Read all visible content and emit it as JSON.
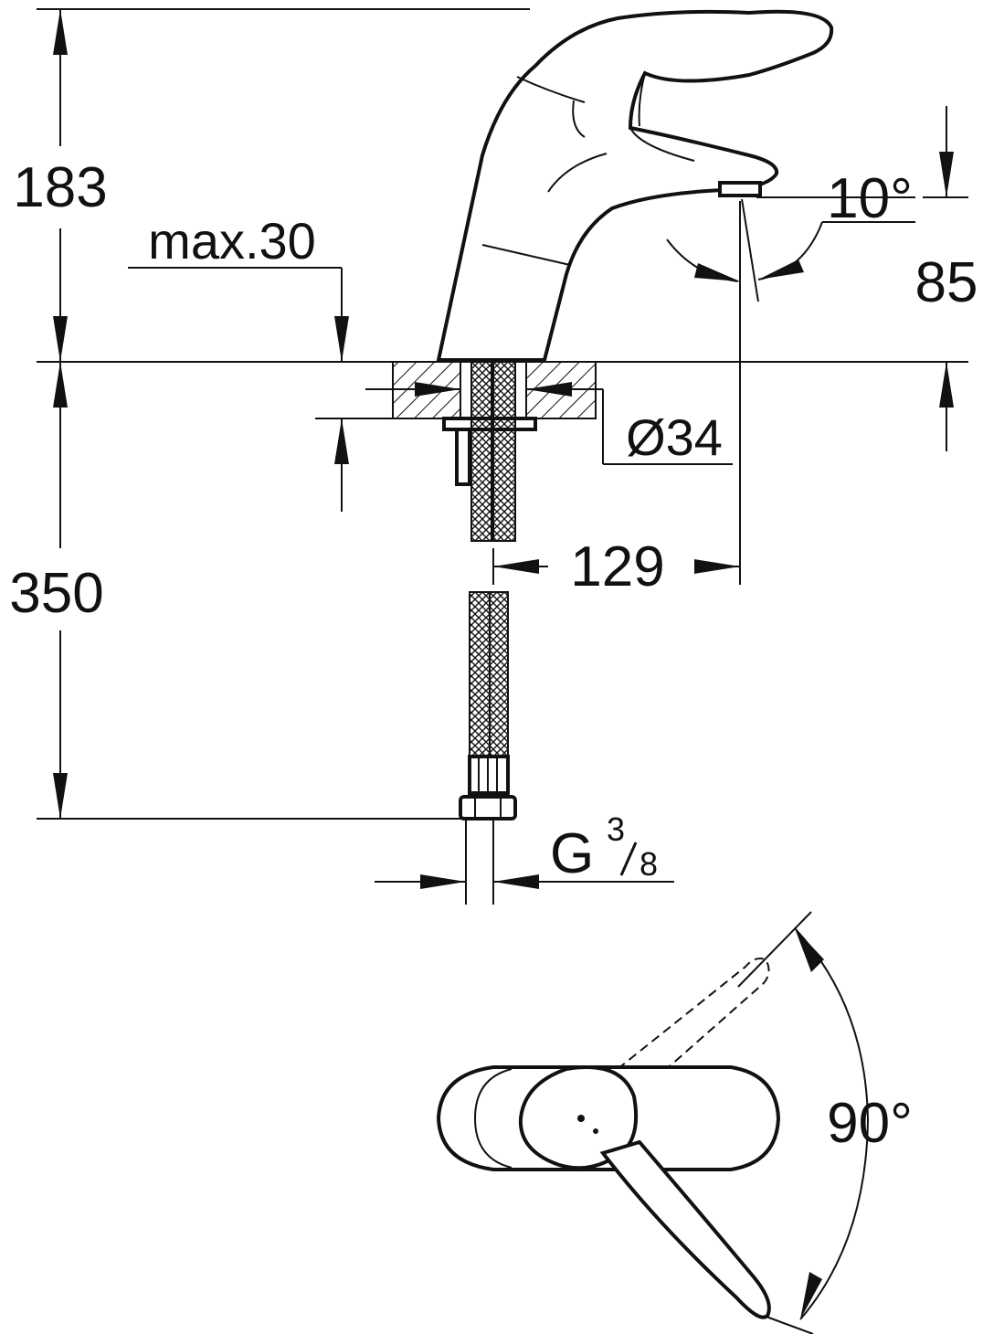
{
  "dimensions": {
    "height_total": "183",
    "max_deck_thickness": "max.30",
    "below_deck": "350",
    "spout_angle": "10°",
    "spout_height": "85",
    "hole_diameter": "Ø34",
    "spout_reach": "129",
    "thread_prefix": "G",
    "thread_numerator": "3",
    "thread_denominator": "8",
    "lever_rotation": "90°"
  }
}
